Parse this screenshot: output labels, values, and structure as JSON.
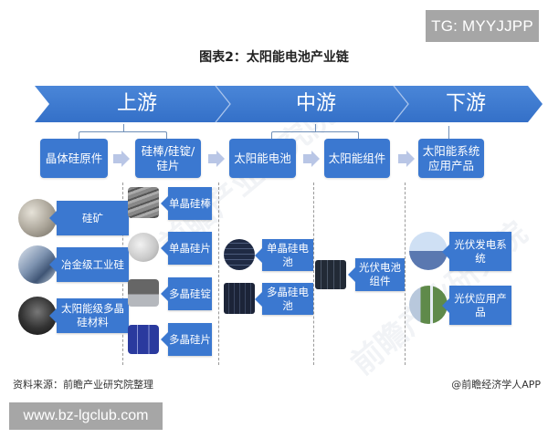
{
  "watermark_badges": {
    "top_right": "TG: MYYJJPP",
    "bottom_left": "www.bz-lgclub.com"
  },
  "title": "图表2：太阳能电池产业链",
  "banner": {
    "color": "#3b78d0",
    "stages": [
      {
        "label": "上游"
      },
      {
        "label": "中游"
      },
      {
        "label": "下游"
      }
    ]
  },
  "process_steps": [
    {
      "label": "晶体硅原件",
      "stage": "上游"
    },
    {
      "label": "硅棒/硅锭/硅片",
      "stage": "上游"
    },
    {
      "label": "太阳能电池",
      "stage": "中游"
    },
    {
      "label": "太阳能组件",
      "stage": "中游"
    },
    {
      "label": "太阳能系统应用产品",
      "stage": "下游"
    }
  ],
  "columns": [
    {
      "step": "晶体硅原件",
      "items": [
        {
          "label": "硅矿",
          "image": "silicon-ore-photo"
        },
        {
          "label": "冶金级工业硅",
          "image": "metallurgical-silicon-photo"
        },
        {
          "label": "太阳能级多晶硅材料",
          "image": "solar-grade-polysilicon-photo"
        }
      ]
    },
    {
      "step": "硅棒/硅锭/硅片",
      "items": [
        {
          "label": "单晶硅棒",
          "image": "mono-silicon-rod-photo"
        },
        {
          "label": "单晶硅片",
          "image": "mono-silicon-wafer-photo"
        },
        {
          "label": "多晶硅锭",
          "image": "poly-silicon-ingot-photo"
        },
        {
          "label": "多晶硅片",
          "image": "poly-silicon-wafer-photo"
        }
      ]
    },
    {
      "step": "太阳能电池",
      "items": [
        {
          "label": "单晶硅电池",
          "image": "mono-cell-photo"
        },
        {
          "label": "多晶硅电池",
          "image": "poly-cell-photo"
        }
      ]
    },
    {
      "step": "太阳能组件",
      "items": [
        {
          "label": "光伏电池组件",
          "image": "pv-module-photo"
        }
      ]
    },
    {
      "step": "太阳能系统应用产品",
      "items": [
        {
          "label": "光伏发电系统",
          "image": "pv-power-station-photo"
        },
        {
          "label": "光伏应用产品",
          "image": "pv-street-light-photo"
        }
      ]
    }
  ],
  "footer": {
    "source": "资料来源：前瞻产业研究院整理",
    "credit": "@前瞻经济学人APP"
  }
}
